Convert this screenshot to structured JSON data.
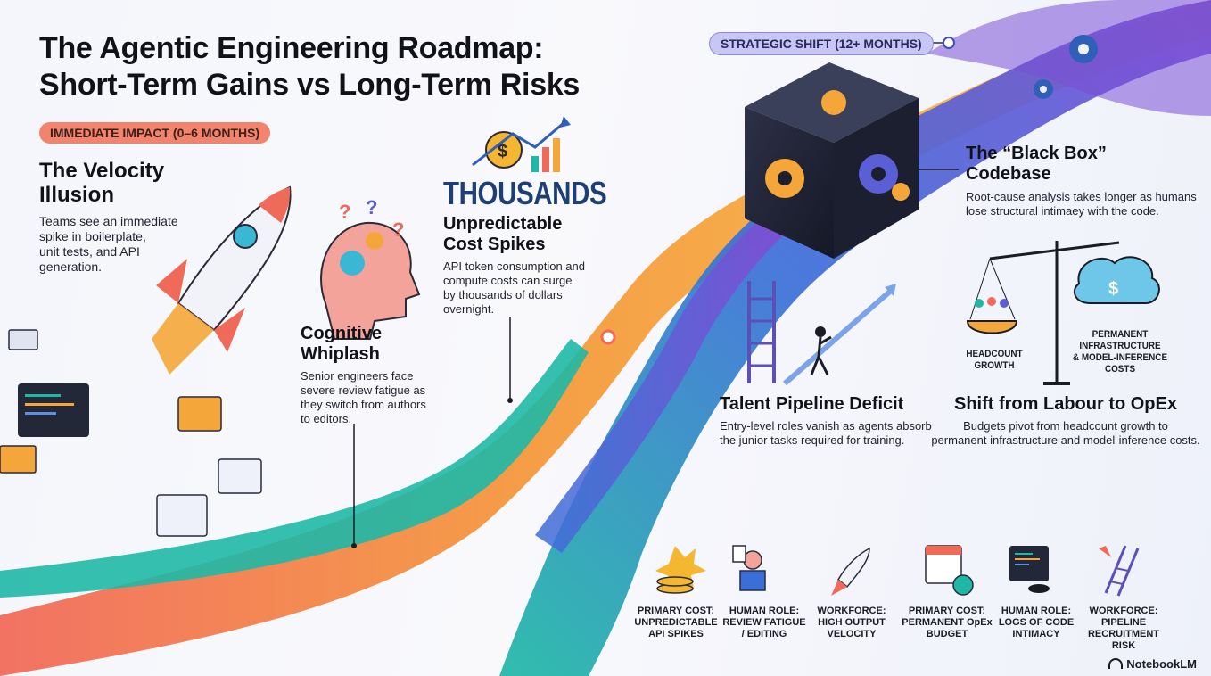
{
  "header": {
    "title_line1": "The Agentic Engineering Roadmap:",
    "title_line2": "Short-Term Gains vs Long-Term Risks"
  },
  "phases": {
    "immediate": "IMMEDIATE IMPACT (0–6 MONTHS)",
    "strategic": "STRATEGIC SHIFT (12+ MONTHS)"
  },
  "sections": {
    "velocity": {
      "title_line1": "The Velocity",
      "title_line2": "Illusion",
      "body": [
        "Teams see an immediate",
        "spike in boilerplate,",
        "unit tests, and API",
        "generation."
      ]
    },
    "whiplash": {
      "title_line1": "Cognitive",
      "title_line2": "Whiplash",
      "body": [
        "Senior engineers face",
        "severe review fatigue as",
        "they switch from authors",
        "to editors."
      ]
    },
    "cost": {
      "big": "THOUSANDS",
      "title_line1": "Unpredictable",
      "title_line2": "Cost Spikes",
      "body": [
        "API token consumption and",
        "compute costs can surge",
        "by thousands of dollars",
        "overnight."
      ]
    },
    "blackbox": {
      "title_line1": "The “Black Box”",
      "title_line2": "Codebase",
      "body": [
        "Root-cause analysis takes longer as humans",
        "lose structural intimaey with the code."
      ]
    },
    "talent": {
      "title": "Talent Pipeline Deficit",
      "body": [
        "Entry-level roles vanish as agents absorb",
        "the junior tasks required for training."
      ]
    },
    "opex": {
      "title": "Shift from Labour to OpEx",
      "body": [
        "Budgets pivot from headcount growth to",
        "permanent infrastructure and model-inference costs."
      ],
      "scale_left": [
        "HEADCOUNT",
        "GROWTH"
      ],
      "scale_right": [
        "PERMANENT",
        "INFRASTRUCTURE",
        "& MODEL-INFERENCE",
        "COSTS"
      ]
    }
  },
  "summary": [
    {
      "icon": "money-burst-icon",
      "lines": [
        "PRIMARY COST:",
        "UNPREDICTABLE",
        "API SPIKES"
      ]
    },
    {
      "icon": "reviewer-icon",
      "lines": [
        "HUMAN ROLE:",
        "REVIEW FATIGUE",
        "/ EDITING"
      ]
    },
    {
      "icon": "rocket-icon",
      "lines": [
        "WORKFORCE:",
        "HIGH OUTPUT",
        "VELOCITY"
      ]
    },
    {
      "icon": "calendar-dollar-icon",
      "lines": [
        "PRIMARY COST:",
        "PERMANENT OpEx",
        "BUDGET"
      ]
    },
    {
      "icon": "code-mask-icon",
      "lines": [
        "HUMAN ROLE:",
        "LOGS OF CODE",
        "INTIMACY"
      ]
    },
    {
      "icon": "broken-ladder-icon",
      "lines": [
        "WORKFORCE:",
        "PIPELINE",
        "RECRUITMENT RISK"
      ]
    }
  ],
  "footer": {
    "brand": "NotebookLM"
  },
  "colors": {
    "immediate_pill": "#f2836d",
    "strategic_pill": "#c8c6f4",
    "ribbon_red": "#f06a5a",
    "ribbon_orange": "#f5a63a",
    "ribbon_teal": "#1fb8a6",
    "ribbon_blue": "#3b6fd8",
    "ribbon_purple": "#7a4fd6"
  }
}
